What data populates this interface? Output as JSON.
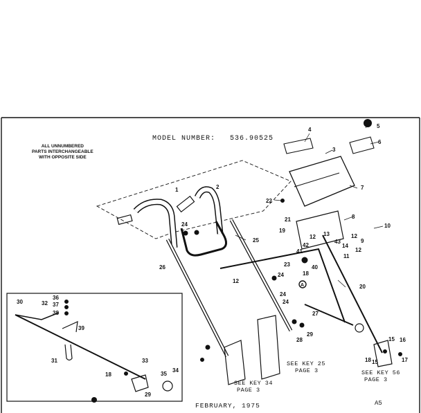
{
  "header": {
    "model_label": "MODEL NUMBER:",
    "model_number": "536.90525"
  },
  "note": {
    "lines": [
      "ALL UNNUMBERED",
      "PARTS INTERCHANGEABLE",
      "WITH OPPOSITE SIDE"
    ]
  },
  "references": {
    "key25": [
      "SEE KEY 25",
      "PAGE 3"
    ],
    "key34": [
      "SEE KEY 34",
      "PAGE 3"
    ],
    "key56": [
      "SEE KEY 56",
      "PAGE 3"
    ]
  },
  "footer": {
    "date": "FEBRUARY, 1975",
    "page_id": "A5"
  },
  "callouts": {
    "main": [
      "1",
      "2",
      "3",
      "4",
      "5",
      "6",
      "7",
      "8",
      "9",
      "10",
      "11",
      "12",
      "12",
      "12",
      "12",
      "13",
      "14",
      "15",
      "15",
      "16",
      "17",
      "18",
      "18",
      "19",
      "20",
      "21",
      "22",
      "23",
      "24",
      "24",
      "24",
      "24",
      "25",
      "26",
      "27",
      "28",
      "29",
      "40",
      "41",
      "42",
      "43"
    ],
    "inset": [
      "30",
      "31",
      "32",
      "33",
      "34",
      "35",
      "36",
      "37",
      "38",
      "39",
      "18",
      "29"
    ]
  }
}
